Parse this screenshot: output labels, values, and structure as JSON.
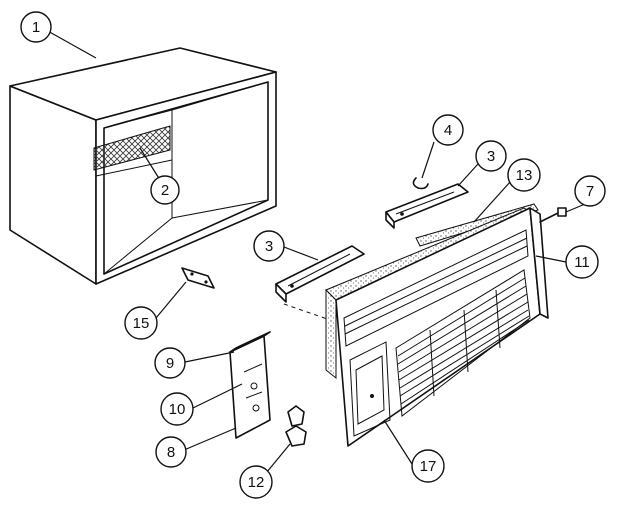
{
  "diagram": {
    "callouts": [
      {
        "id": "c1",
        "label": "1"
      },
      {
        "id": "c2",
        "label": "2"
      },
      {
        "id": "c3a",
        "label": "3"
      },
      {
        "id": "c3b",
        "label": "3"
      },
      {
        "id": "c4",
        "label": "4"
      },
      {
        "id": "c7",
        "label": "7"
      },
      {
        "id": "c8",
        "label": "8"
      },
      {
        "id": "c9",
        "label": "9"
      },
      {
        "id": "c10",
        "label": "10"
      },
      {
        "id": "c11",
        "label": "11"
      },
      {
        "id": "c12",
        "label": "12"
      },
      {
        "id": "c13",
        "label": "13"
      },
      {
        "id": "c15",
        "label": "15"
      },
      {
        "id": "c17",
        "label": "17"
      }
    ]
  }
}
